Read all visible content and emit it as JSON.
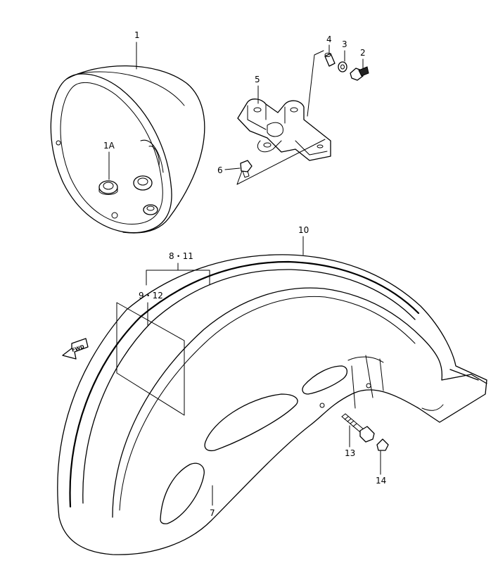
{
  "callouts": {
    "p1": "1",
    "p1a": "1A",
    "p2": "2",
    "p3": "3",
    "p4": "4",
    "p5": "5",
    "p6": "6",
    "p7": "7",
    "p8_11": "8・11",
    "p9_12": "9・12",
    "p10": "10",
    "p13": "13",
    "p14": "14",
    "fwd": "FWD"
  }
}
